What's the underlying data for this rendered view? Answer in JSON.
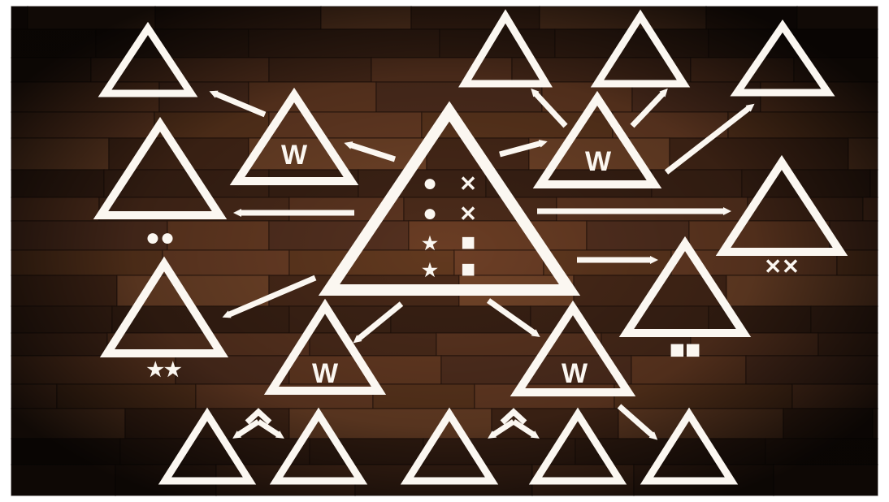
{
  "colors": {
    "foreground": "#fbf7f1",
    "frame": "#ffffff",
    "wood_dark": "#1f120b",
    "wood_mid": "#5a3420",
    "wood_light": "#7d4a2c"
  },
  "background": {
    "kind": "wood-plank-wall"
  },
  "labels": {
    "w": "W",
    "pair_dots": "●●",
    "pair_stars": "★★",
    "pair_crosses": "✕✕",
    "pair_squares": "■■",
    "center_rows": [
      [
        "●",
        "✕"
      ],
      [
        "●",
        "✕"
      ],
      [
        "★",
        "■"
      ],
      [
        "★",
        "■"
      ]
    ]
  },
  "diagram": {
    "center": {
      "marks": "center_rows"
    },
    "children": [
      {
        "id": "w-top-left",
        "label": "W",
        "children": [
          "plain-far-top-left"
        ]
      },
      {
        "id": "w-top-right",
        "label": "W",
        "children": [
          "plain-top-a",
          "plain-top-b",
          "plain-top-right"
        ]
      },
      {
        "id": "w-bottom-left",
        "label": "W",
        "children": [
          "plain-bottom-1",
          "plain-bottom-2"
        ]
      },
      {
        "id": "w-bottom-right",
        "label": "W",
        "children": [
          "plain-bottom-3",
          "plain-bottom-4",
          "plain-bottom-5"
        ]
      },
      {
        "id": "pair-dots",
        "marks": "●●"
      },
      {
        "id": "pair-stars",
        "marks": "★★"
      },
      {
        "id": "pair-crosses",
        "marks": "✕✕"
      },
      {
        "id": "pair-squares",
        "marks": "■■"
      }
    ]
  }
}
